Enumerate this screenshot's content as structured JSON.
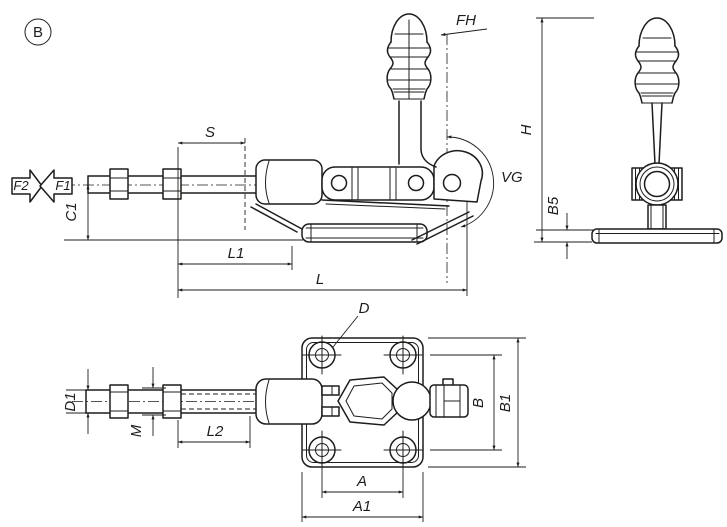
{
  "drawing": {
    "badge": "B",
    "colors": {
      "line": "#1d1d1b",
      "background": "#ffffff"
    },
    "side_view": {
      "force_left": "F2",
      "force_right": "F1",
      "hand_force": "FH",
      "swing_angle": "VG",
      "dim_stroke": "S",
      "dim_height_c1": "C1",
      "dim_length_l1": "L1",
      "dim_length_l": "L"
    },
    "front_view": {
      "dim_height_h": "H",
      "dim_base_b5": "B5"
    },
    "plan_view": {
      "hole_callout": "D",
      "dim_rod_d1": "D1",
      "dim_thread_m": "M",
      "dim_length_l2": "L2",
      "dim_hole_spacing_b": "B",
      "dim_base_b1": "B1",
      "dim_hole_spacing_a": "A",
      "dim_base_a1": "A1"
    }
  }
}
